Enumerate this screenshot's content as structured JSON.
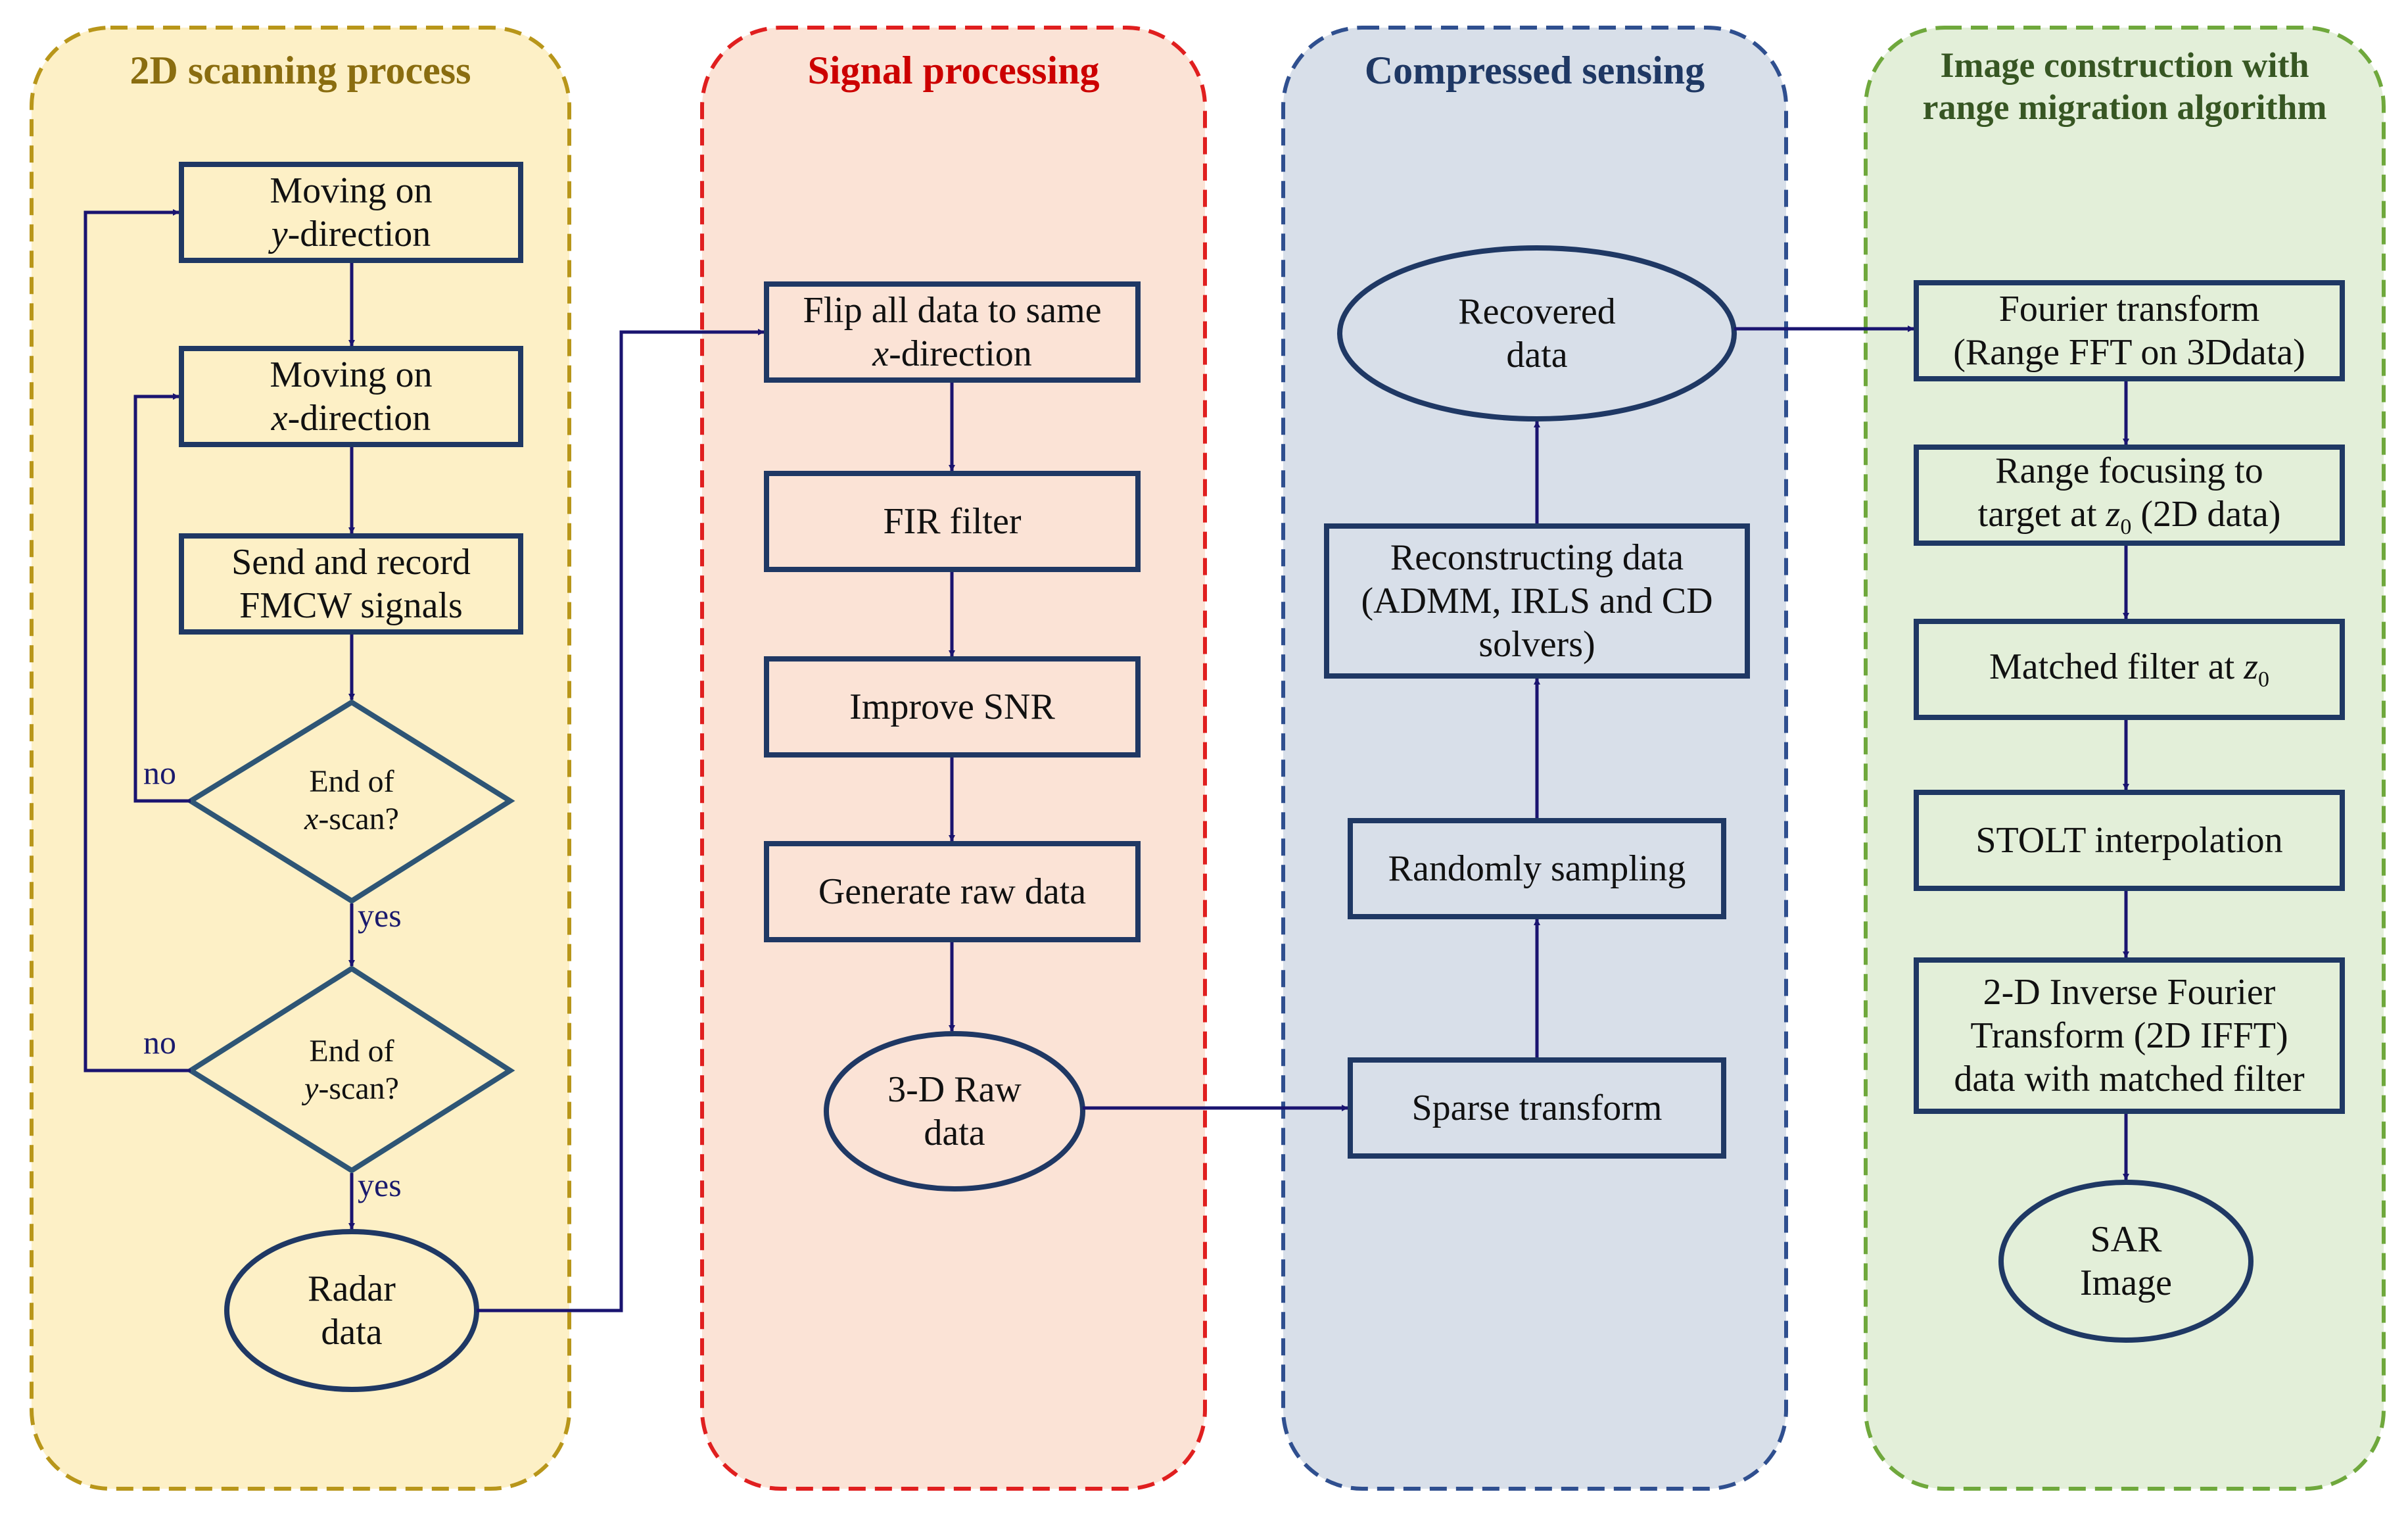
{
  "panels": {
    "scanning": {
      "title": "2D scanning process",
      "fill": "#fdf0c6",
      "border": "#b8961a",
      "title_color": "#8a6d10"
    },
    "signal": {
      "title": "Signal processing",
      "fill": "#fbe3d6",
      "border": "#e01f1f",
      "title_color": "#cc0000"
    },
    "compressed": {
      "title": "Compressed sensing",
      "fill": "#d8dfe9",
      "border": "#2f4f8f",
      "title_color": "#1f3864"
    },
    "image": {
      "title_line1": "Image construction with",
      "title_line2": "range migration algorithm",
      "fill": "#e3efd9",
      "border": "#6fa83c",
      "title_color": "#375623"
    }
  },
  "scanning": {
    "move_y": {
      "line1": "Moving on",
      "line2_var": "y",
      "line2_rest": "-direction"
    },
    "move_x": {
      "line1": "Moving on",
      "line2_var": "x",
      "line2_rest": "-direction"
    },
    "send_record": {
      "line1": "Send and record",
      "line2": "FMCW signals"
    },
    "end_x": {
      "line1": "End of",
      "line2_var": "x",
      "line2_rest": "-scan?"
    },
    "end_y": {
      "line1": "End of",
      "line2_var": "y",
      "line2_rest": "-scan?"
    },
    "radar_data": {
      "line1": "Radar",
      "line2": "data"
    },
    "no_x": "no",
    "yes_x": "yes",
    "no_y": "no",
    "yes_y": "yes"
  },
  "signal": {
    "flip": {
      "line1": "Flip all data to same",
      "line2_var": "x",
      "line2_rest": "-direction"
    },
    "fir": "FIR filter",
    "snr": "Improve SNR",
    "raw_gen": "Generate raw data",
    "raw3d": {
      "line1": "3-D Raw",
      "line2": "data"
    }
  },
  "compressed": {
    "recovered": {
      "line1": "Recovered",
      "line2": "data"
    },
    "reconstruct": {
      "line1": "Reconstructing data",
      "line2": "(ADMM, IRLS and CD",
      "line3": "solvers)"
    },
    "random": "Randomly sampling",
    "sparse": "Sparse transform"
  },
  "image": {
    "fourier": {
      "line1": "Fourier transform",
      "line2": "(Range FFT on 3Ddata)"
    },
    "range_focus": {
      "line1": "Range focusing to",
      "line2_pre": "target at ",
      "line2_var": "z",
      "line2_sub": "0",
      "line2_post": " (2D data)"
    },
    "matched": {
      "pre": "Matched filter at ",
      "var": "z",
      "sub": "0"
    },
    "stolt": "STOLT interpolation",
    "ifft": {
      "line1": "2-D Inverse Fourier",
      "line2": "Transform (2D IFFT)",
      "line3": "data with matched filter"
    },
    "sar": {
      "line1": "SAR",
      "line2": "Image"
    }
  },
  "colors": {
    "shape_stroke": "#1f3864",
    "diamond_stroke": "#2e5575",
    "arrow": "#1a1470"
  }
}
